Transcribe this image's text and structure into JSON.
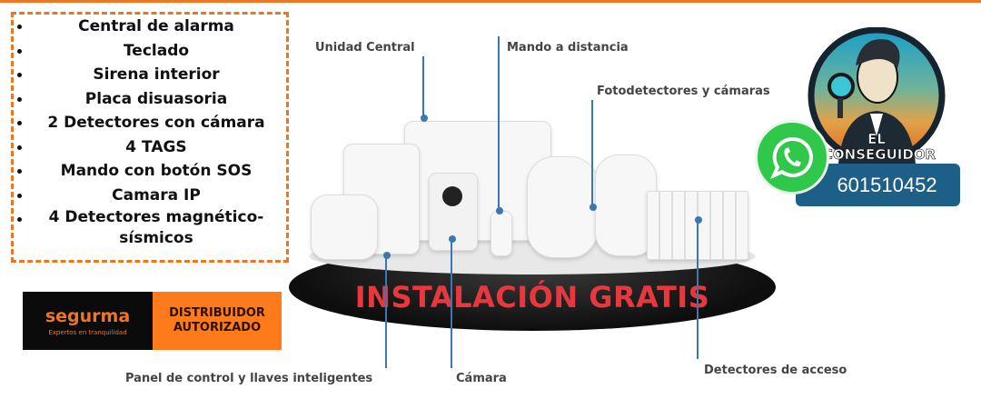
{
  "features": [
    "Central de alarma",
    "Teclado",
    "Sirena interior",
    "Placa disuasoria",
    "2 Detectores con cámara",
    "4 TAGS",
    "Mando con botón SOS",
    "Camara IP",
    "4 Detectores magnético-sísmicos"
  ],
  "callouts": {
    "central": "Unidad Central",
    "remote": "Mando a distancia",
    "photo": "Fotodetectores y cámaras",
    "panel": "Panel de control y llaves inteligentes",
    "camera": "Cámara",
    "access": "Detectores de acceso"
  },
  "promo": "INSTALACIÓN GRATIS",
  "segurma": {
    "brand": "segurma",
    "tagline": "Expertos en tranquilidad",
    "badge_line1": "DISTRIBUIDOR",
    "badge_line2": "AUTORIZADO"
  },
  "logo": {
    "text": "EL CONSEGUIDOR"
  },
  "contact": {
    "icon": "whatsapp-icon",
    "phone": "601510452"
  },
  "colors": {
    "accent": "#ee7623",
    "promo": "#e8383d",
    "phone_bg": "#1d5f86",
    "whatsapp": "#2fc84a"
  }
}
